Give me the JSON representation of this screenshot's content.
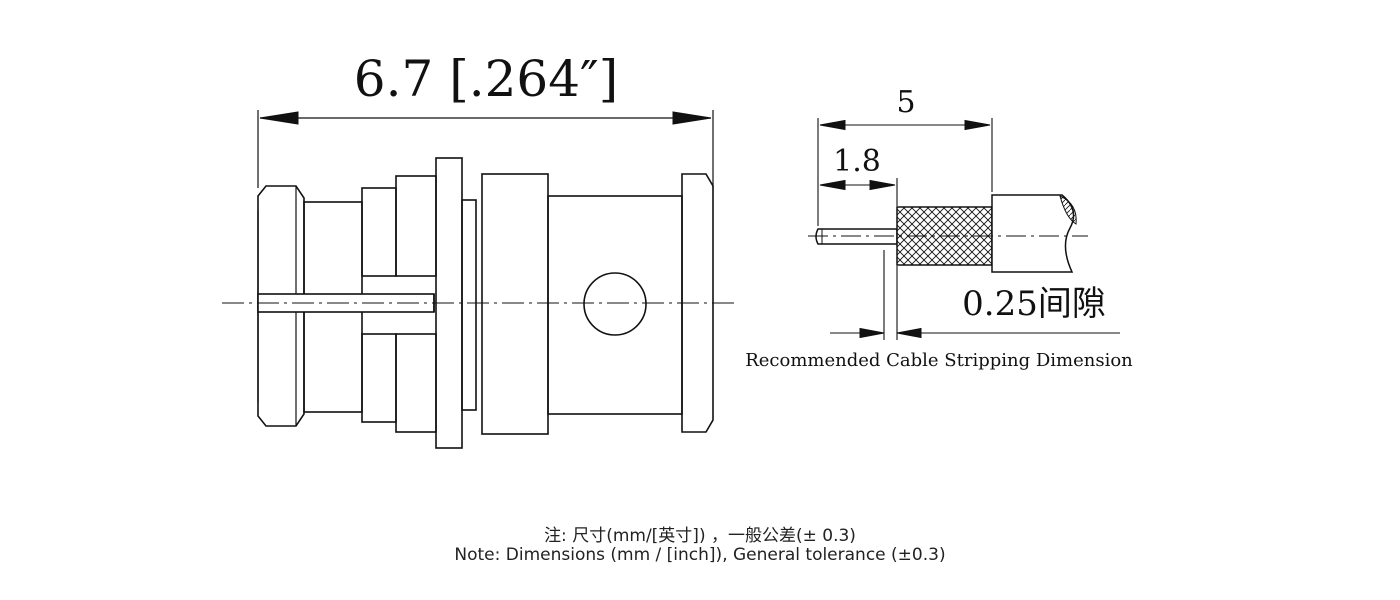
{
  "connector": {
    "length_dimension": "6.7 [.264″]"
  },
  "stripping": {
    "total_strip": "5",
    "pin_strip": "1.8",
    "gap_label": "0.25间隙",
    "caption": "Recommended Cable Stripping Dimension"
  },
  "notes": {
    "chinese": "注: 尺寸(mm/[英寸]) ，一般公差(± 0.3)",
    "english": "Note: Dimensions (mm / [inch]), General tolerance (±0.3)"
  },
  "colors": {
    "line": "#111111",
    "background": "#ffffff"
  }
}
